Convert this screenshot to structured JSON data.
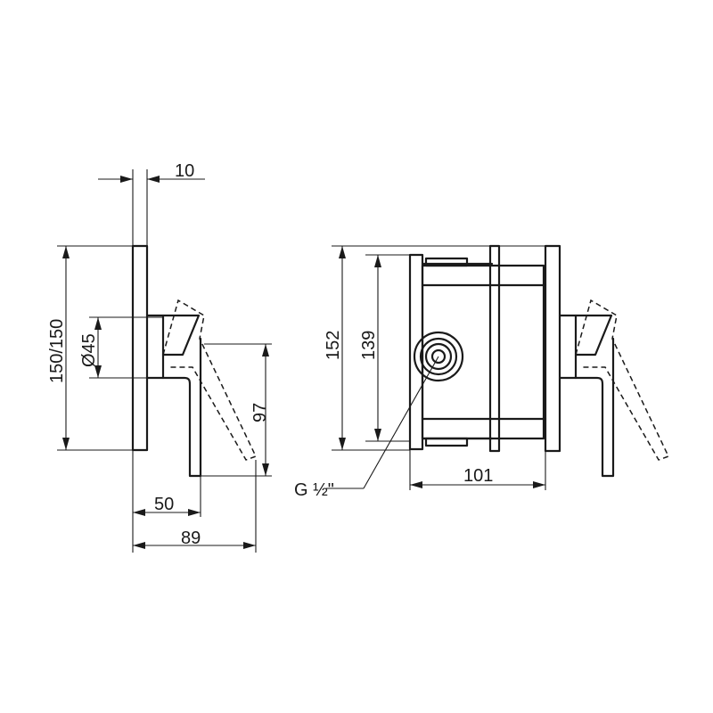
{
  "drawing": {
    "side_view": {
      "dim_plate_thickness": "10",
      "dim_plate_height": "150/150",
      "dim_diameter": "Ø45",
      "dim_lever_drop": "97",
      "dim_depth_body": "50",
      "dim_depth_total": "89"
    },
    "box_view": {
      "dim_outer_height": "152",
      "dim_inner_height": "139",
      "dim_depth": "101",
      "thread_label": "G ½\""
    }
  }
}
